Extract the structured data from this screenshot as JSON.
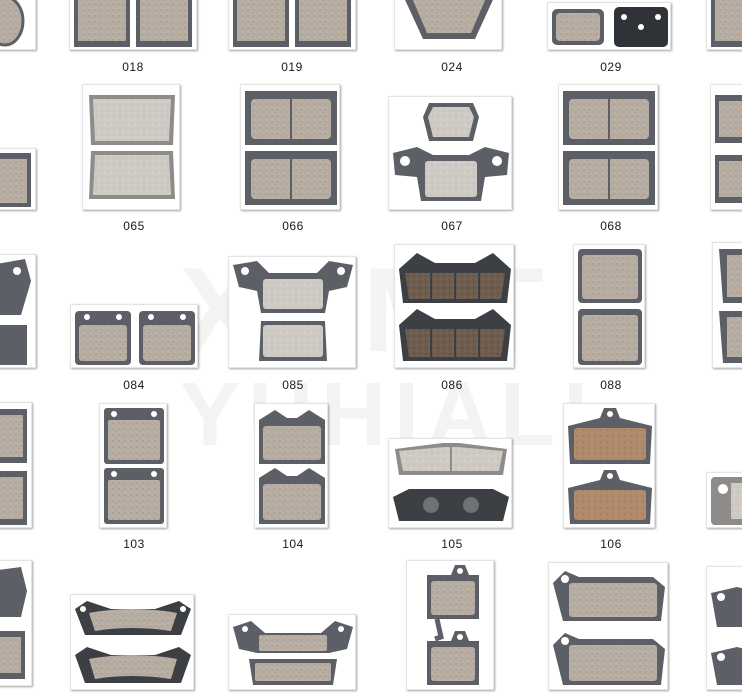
{
  "watermark": [
    "XHMT",
    "YUHIALI"
  ],
  "catalog": {
    "part_labels": [
      "018",
      "019",
      "024",
      "029",
      "065",
      "066",
      "067",
      "068",
      "084",
      "085",
      "086",
      "088",
      "103",
      "104",
      "105",
      "106"
    ]
  },
  "colors": {
    "backing_plate": "#5c6066",
    "friction_light": "#cfcac3",
    "friction_tan": "#b5a48f",
    "friction_dark": "#6b5a4c",
    "friction_copper": "#b08a6a"
  }
}
